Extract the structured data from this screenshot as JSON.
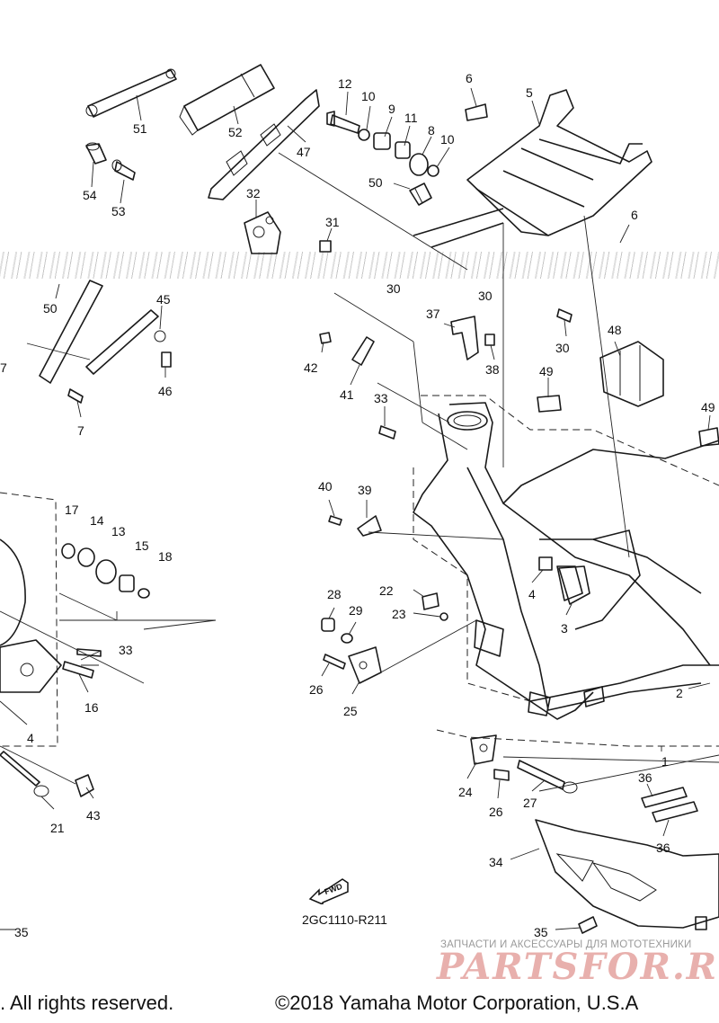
{
  "callouts": [
    "1",
    "2",
    "3",
    "4",
    "4",
    "5",
    "6",
    "6",
    "7",
    "7",
    "8",
    "9",
    "10",
    "10",
    "11",
    "12",
    "13",
    "14",
    "15",
    "16",
    "17",
    "18",
    "21",
    "22",
    "23",
    "24",
    "25",
    "26",
    "26",
    "27",
    "28",
    "29",
    "30",
    "30",
    "30",
    "31",
    "32",
    "33",
    "33",
    "34",
    "35",
    "35",
    "36",
    "36",
    "37",
    "38",
    "39",
    "40",
    "41",
    "42",
    "43",
    "45",
    "46",
    "47",
    "48",
    "49",
    "49",
    "50",
    "50",
    "51",
    "52",
    "53",
    "54"
  ],
  "drawing_code": "2GC1110-R211",
  "fwd_label": "FWD",
  "watermark": {
    "tagline": "ЗАПЧАСТИ И АКСЕССУАРЫ ДЛЯ МОТОТЕХНИКИ",
    "logo": "PARTSFOR.RU"
  },
  "copyright_left": ". All rights reserved.",
  "copyright_right": "©2018 Yamaha Motor Corporation, U.S.A"
}
